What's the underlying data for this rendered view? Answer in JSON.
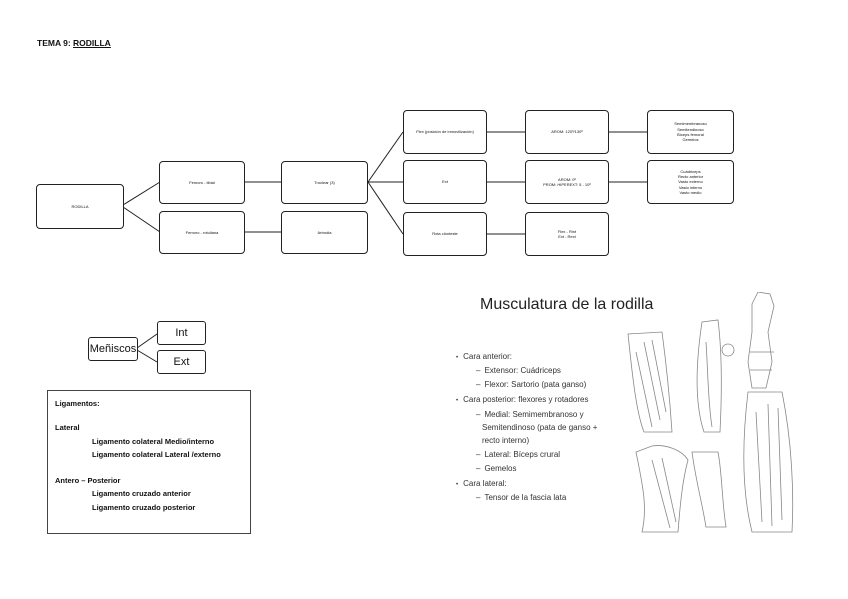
{
  "header": {
    "prefix": "TEMA 9: ",
    "subject": "RODILLA"
  },
  "diagram": {
    "root": "RODILLA",
    "level1": [
      "Femoro - tibial",
      "Femoro - rotuliana"
    ],
    "level2": [
      "Troclear (3)",
      "Artrodia"
    ],
    "level3": [
      "Flex (posición de inmovilización)",
      "Ext",
      "Rota ciónteste"
    ],
    "level4": [
      [
        "AROM: 120º/130º"
      ],
      [
        "AROM: 0º",
        "PROM: HIPEREXT: 5 - 10º"
      ],
      [
        "Flex - Rint",
        "Ext - Rext"
      ]
    ],
    "level5": [
      [
        "Semimembranoso",
        "Semitendinoso",
        "Bíceps femoral",
        "Gemelos"
      ],
      [
        "Cuádriceps",
        "Recto anterior",
        "Vasto externo",
        "Vasto interno",
        "Vasto medio"
      ]
    ]
  },
  "meniscos": {
    "label": "Meñiscos",
    "children": [
      "Int",
      "Ext"
    ]
  },
  "ligamentos": {
    "heading": "Ligamentos:",
    "lateral_heading": "Lateral",
    "lateral_items": [
      "Ligamento colateral Medio/interno",
      "Ligamento colateral Lateral /externo"
    ],
    "ap_heading": "Antero – Posterior",
    "ap_items": [
      "Ligamento cruzado anterior",
      "Ligamento cruzado posterior"
    ]
  },
  "slide": {
    "title": "Musculatura de la rodilla",
    "items": [
      {
        "level": 1,
        "text": "Cara anterior:"
      },
      {
        "level": 2,
        "text": "Extensor: Cuádriceps"
      },
      {
        "level": 2,
        "text": "Flexor: Sartorio (pata ganso)"
      },
      {
        "level": 1,
        "text": "Cara posterior: flexores y rotadores"
      },
      {
        "level": 2,
        "text": "Medial: Semimembranoso y"
      },
      {
        "level": 3,
        "text": "Semitendinoso (pata de ganso +"
      },
      {
        "level": 3,
        "text": "recto interno)"
      },
      {
        "level": 2,
        "text": "Lateral: Bíceps crural"
      },
      {
        "level": 2,
        "text": "Gemelos"
      },
      {
        "level": 1,
        "text": "Cara lateral:"
      },
      {
        "level": 2,
        "text": "Tensor de la fascia lata"
      }
    ],
    "bullet": "•",
    "dash": "–"
  },
  "colors": {
    "line": "#222222",
    "text": "#111111",
    "illustration": "#888888"
  }
}
